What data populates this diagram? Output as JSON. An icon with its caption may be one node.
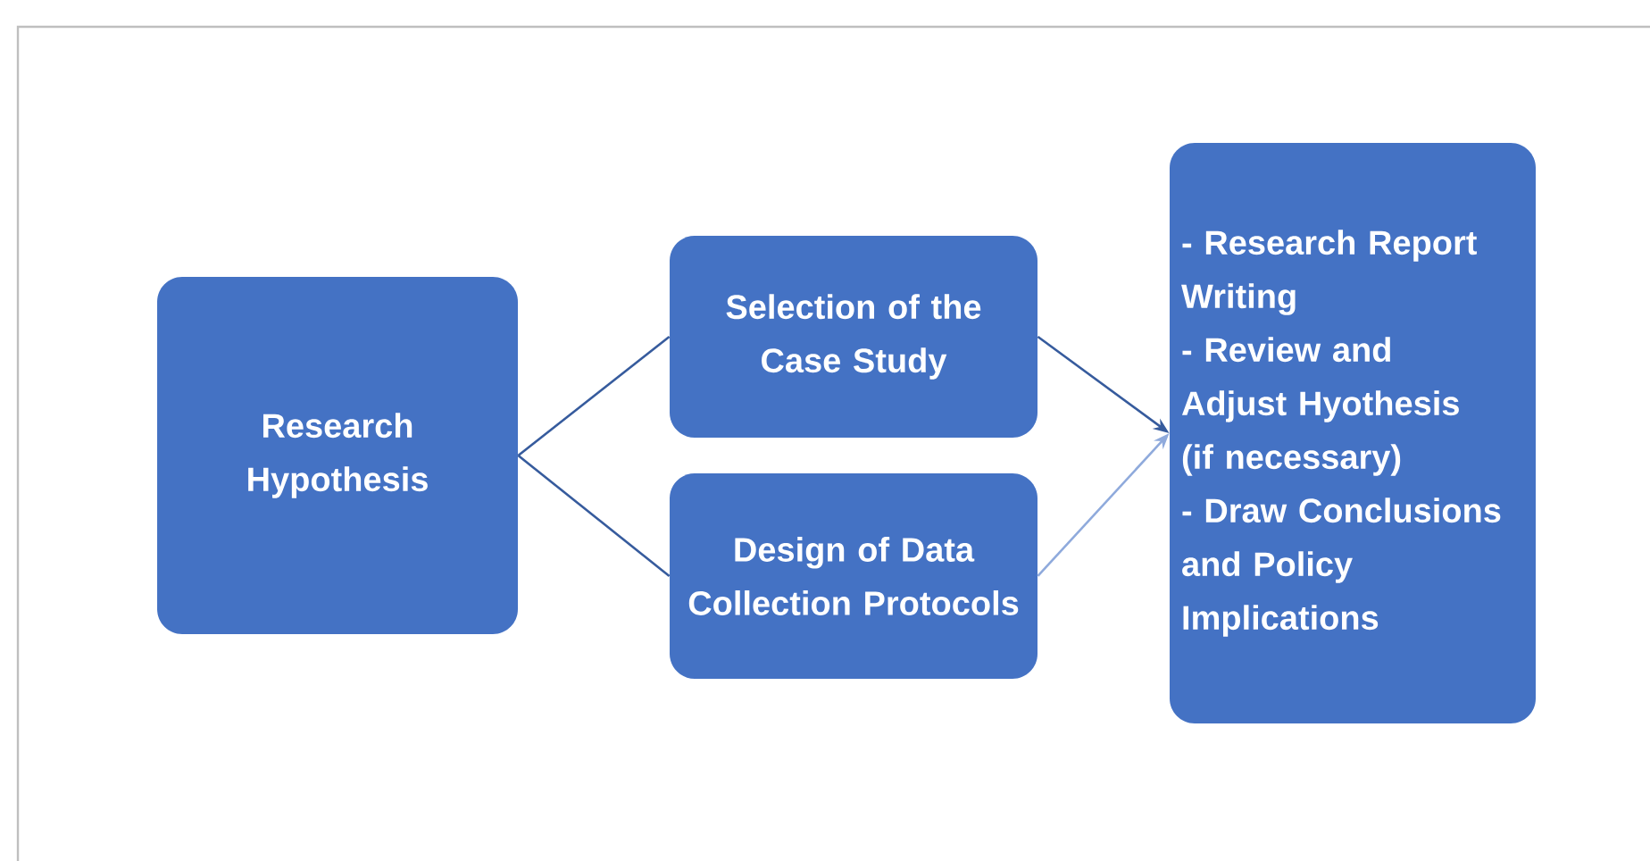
{
  "diagram": {
    "nodes": [
      {
        "text": [
          "Research Hypothesis"
        ]
      },
      {
        "text": [
          "Selection of the Case Study"
        ]
      },
      {
        "text": [
          "Design of Data Collection Protocols"
        ]
      },
      {
        "text": [
          "- Research Report Writing",
          "- Review and Adjust Hyothesis (if necessary)",
          "- Draw Conclusions and Policy Implications"
        ]
      }
    ],
    "edges": [
      {
        "from": 0,
        "to": 1,
        "arrow": "none"
      },
      {
        "from": 0,
        "to": 2,
        "arrow": "none"
      },
      {
        "from": 1,
        "to": 3,
        "arrow": "to"
      },
      {
        "from": 2,
        "to": 3,
        "arrow": "to",
        "color": "#8faadc"
      }
    ]
  }
}
